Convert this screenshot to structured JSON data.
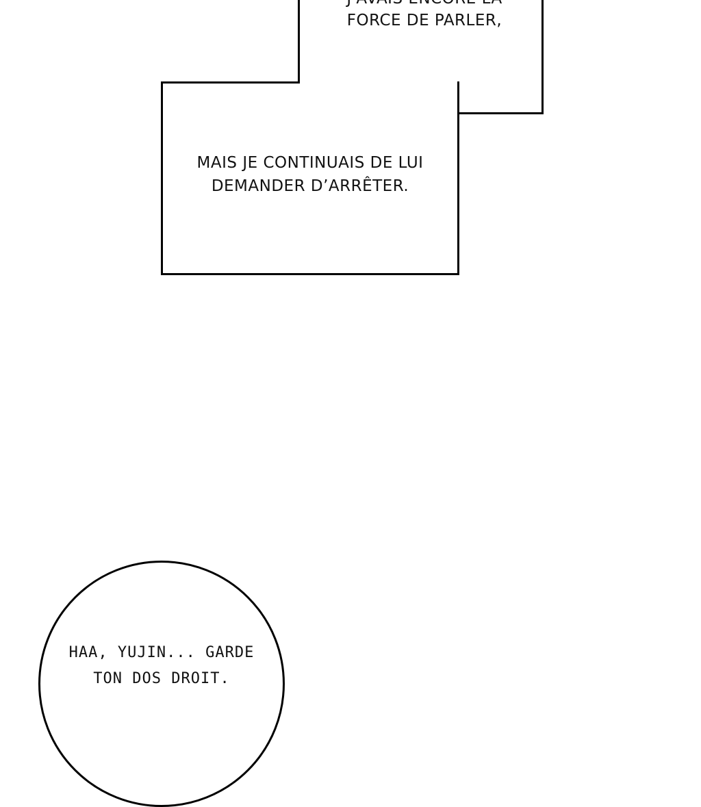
{
  "panel": {
    "top_caption": {
      "line1": "J'AVAIS ENCORE LA",
      "line2": "FORCE DE PARLER,"
    },
    "main_caption": {
      "line1": "MAIS JE CONTINUAIS DE LUI",
      "line2": "DEMANDER D’ARRÊTER."
    },
    "speech_bubble": {
      "line1": "HAA, YUJIN... GARDE",
      "line2": "TON DOS DROIT."
    }
  },
  "colors": {
    "background": "#ffffff",
    "border": "#000000",
    "text": "#111111"
  }
}
